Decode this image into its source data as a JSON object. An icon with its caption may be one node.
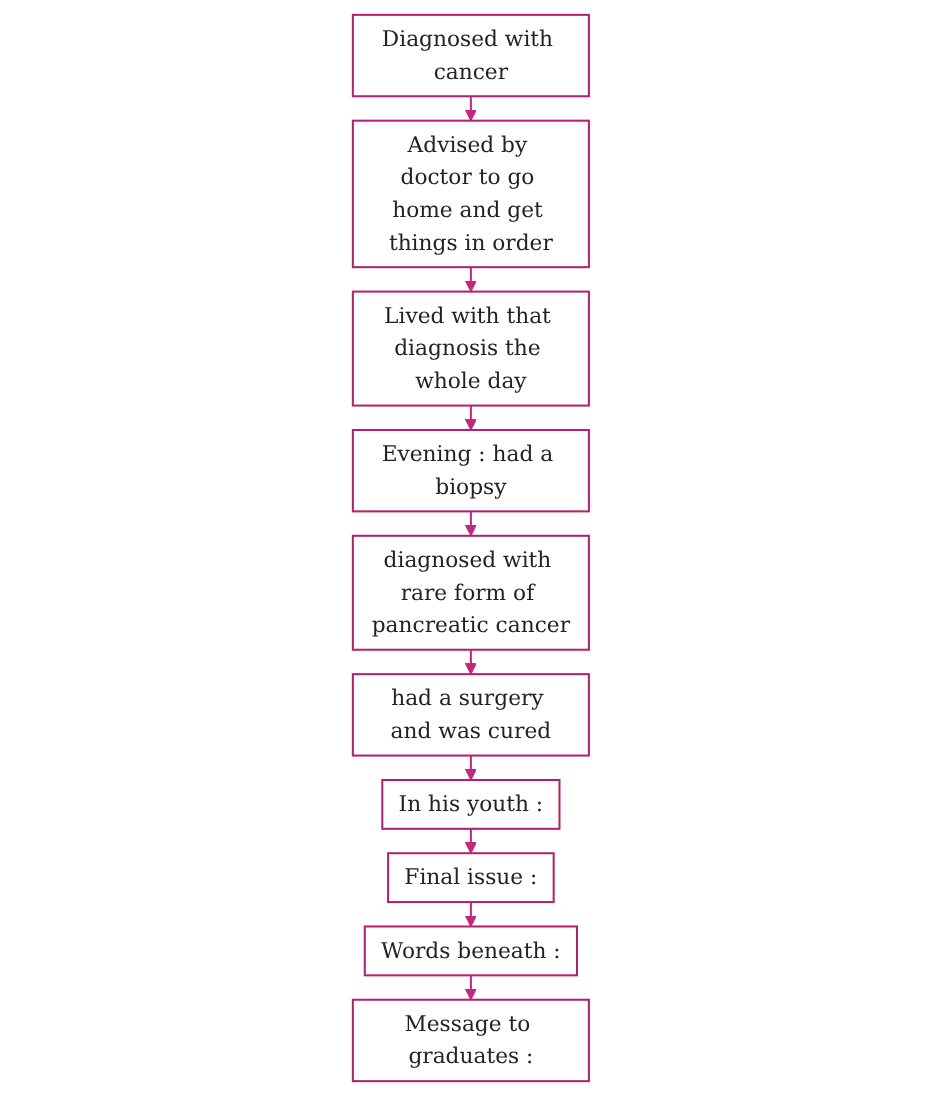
{
  "diagram": {
    "nodes": [
      {
        "text": [
          "Diagnosed with cancer"
        ]
      },
      {
        "text": [
          "Advised by doctor to go home and get things in order"
        ]
      },
      {
        "text": [
          "Lived with that diagnosis the whole day"
        ]
      },
      {
        "text": [
          "Evening : had a biopsy"
        ]
      },
      {
        "text": [
          "diagnosed with rare form of pancreatic cancer"
        ]
      },
      {
        "text": [
          "had a surgery and was cured"
        ]
      },
      {
        "text": [
          "In his youth :"
        ]
      },
      {
        "text": [
          "Final issue :"
        ]
      },
      {
        "text": [
          "Words beneath :"
        ]
      },
      {
        "text": [
          "Message to graduates :"
        ]
      }
    ],
    "edges": [
      {
        "from": 0,
        "to": 1,
        "arrow": "to"
      },
      {
        "from": 1,
        "to": 2,
        "arrow": "to"
      },
      {
        "from": 2,
        "to": 3,
        "arrow": "to"
      },
      {
        "from": 3,
        "to": 4,
        "arrow": "to"
      },
      {
        "from": 4,
        "to": 5,
        "arrow": "to"
      },
      {
        "from": 5,
        "to": 6,
        "arrow": "to"
      },
      {
        "from": 6,
        "to": 7,
        "arrow": "to"
      },
      {
        "from": 7,
        "to": 8,
        "arrow": "to"
      },
      {
        "from": 8,
        "to": 9,
        "arrow": "to"
      }
    ]
  }
}
